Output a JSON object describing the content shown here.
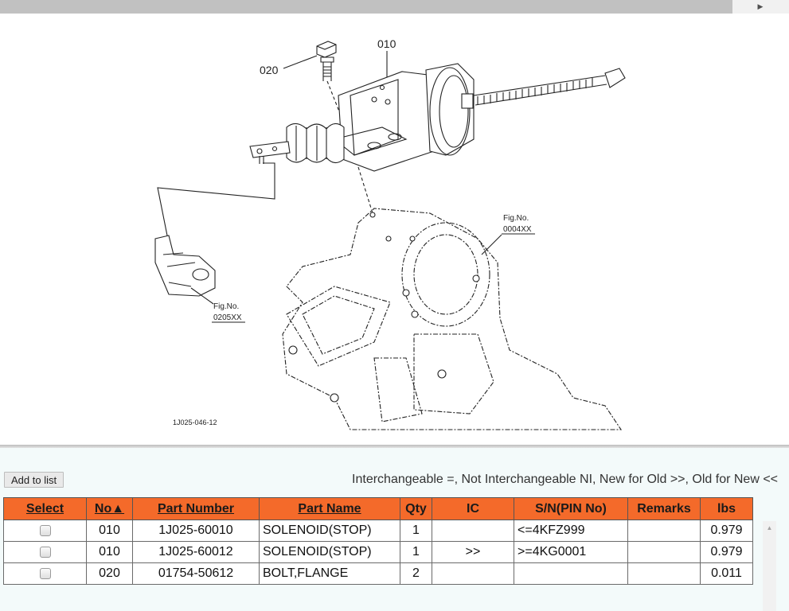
{
  "scrollbar": {
    "right_arrow_icon": "triangle-right-icon"
  },
  "diagram": {
    "callout_010": "010",
    "callout_020": "020",
    "fig_ref_1_label": "Fig.No.",
    "fig_ref_1_no": "0004XX",
    "fig_ref_2_label": "Fig.No.",
    "fig_ref_2_no": "0205XX",
    "drawing_code": "1J025-046-12"
  },
  "toolbar": {
    "add_to_list": "Add to list",
    "legend": "Interchangeable =, Not Interchangeable NI, New for Old >>, Old for New <<"
  },
  "table": {
    "headers": {
      "select": "Select",
      "no": "No▲",
      "part_number": "Part Number",
      "part_name": "Part Name",
      "qty": "Qty",
      "ic": "IC",
      "sn": "S/N(PIN No)",
      "remarks": "Remarks",
      "lbs": "lbs"
    },
    "rows": [
      {
        "no": "010",
        "part_number": "1J025-60010",
        "part_name": "SOLENOID(STOP)",
        "qty": "1",
        "ic": "",
        "sn": "<=4KFZ999",
        "remarks": "",
        "lbs": "0.979"
      },
      {
        "no": "010",
        "part_number": "1J025-60012",
        "part_name": "SOLENOID(STOP)",
        "qty": "1",
        "ic": ">>",
        "sn": ">=4KG0001",
        "remarks": "",
        "lbs": "0.979"
      },
      {
        "no": "020",
        "part_number": "01754-50612",
        "part_name": "BOLT,FLANGE",
        "qty": "2",
        "ic": "",
        "sn": "",
        "remarks": "",
        "lbs": "0.011"
      }
    ]
  },
  "colors": {
    "header_bg": "#f46a2a",
    "panel_bg": "#f3fafa"
  }
}
